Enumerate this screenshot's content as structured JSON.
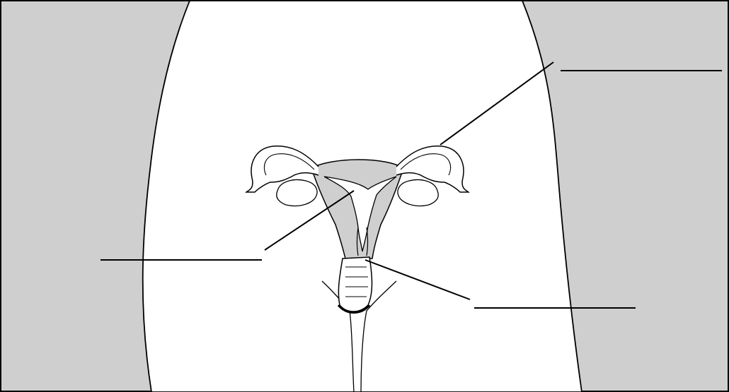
{
  "diagram": {
    "title": "",
    "colors": {
      "background": "#cfcfcf",
      "body": "#ffffff",
      "organ_fill": "#cfcfcf",
      "outline": "#000000"
    },
    "labels": [
      {
        "id": "fallopian-tube-label",
        "text": ""
      },
      {
        "id": "uterus-label",
        "text": ""
      },
      {
        "id": "cervix-label",
        "text": ""
      }
    ]
  }
}
